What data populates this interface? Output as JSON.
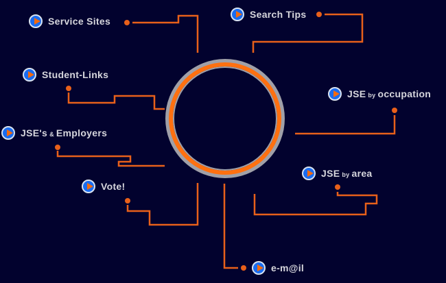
{
  "colors": {
    "background": "#02022e",
    "line": "#e8601a",
    "ring": "#ff7010",
    "ring_border": "#a0a0a8",
    "icon": "#1a6cf0"
  },
  "menu": {
    "service_sites": "Service Sites",
    "search_tips": "Search Tips",
    "student_links": "Student-Links",
    "jses": {
      "a": "JSE's",
      "amp": "&",
      "b": "Employers"
    },
    "occupation": {
      "a": "JSE",
      "by": "by",
      "b": "occupation"
    },
    "area": {
      "a": "JSE",
      "by": "by",
      "b": "area"
    },
    "vote": "Vote!",
    "email": "e-m@il"
  }
}
